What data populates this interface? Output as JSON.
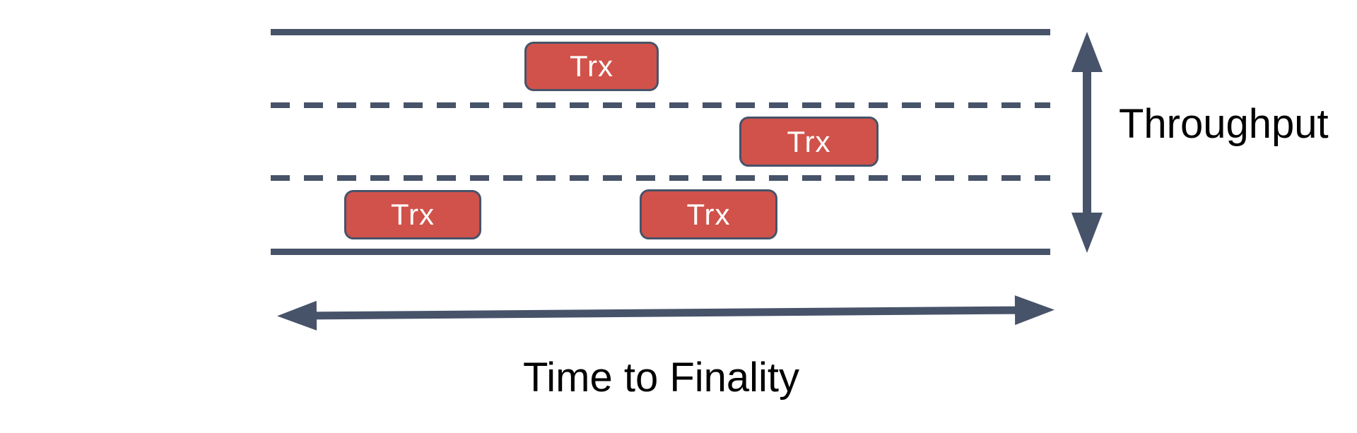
{
  "colors": {
    "slate": "#475369",
    "red": "#d0524a",
    "text": "#000000",
    "trx_text": "#ffffff",
    "background": "#ffffff"
  },
  "diagram": {
    "lane_count": 3,
    "transactions": [
      {
        "label": "Trx",
        "lane": 1
      },
      {
        "label": "Trx",
        "lane": 2
      },
      {
        "label": "Trx",
        "lane": 3
      },
      {
        "label": "Trx",
        "lane": 3
      }
    ],
    "vertical_axis": {
      "label": "Throughput"
    },
    "horizontal_axis": {
      "label": "Time to Finality"
    }
  }
}
